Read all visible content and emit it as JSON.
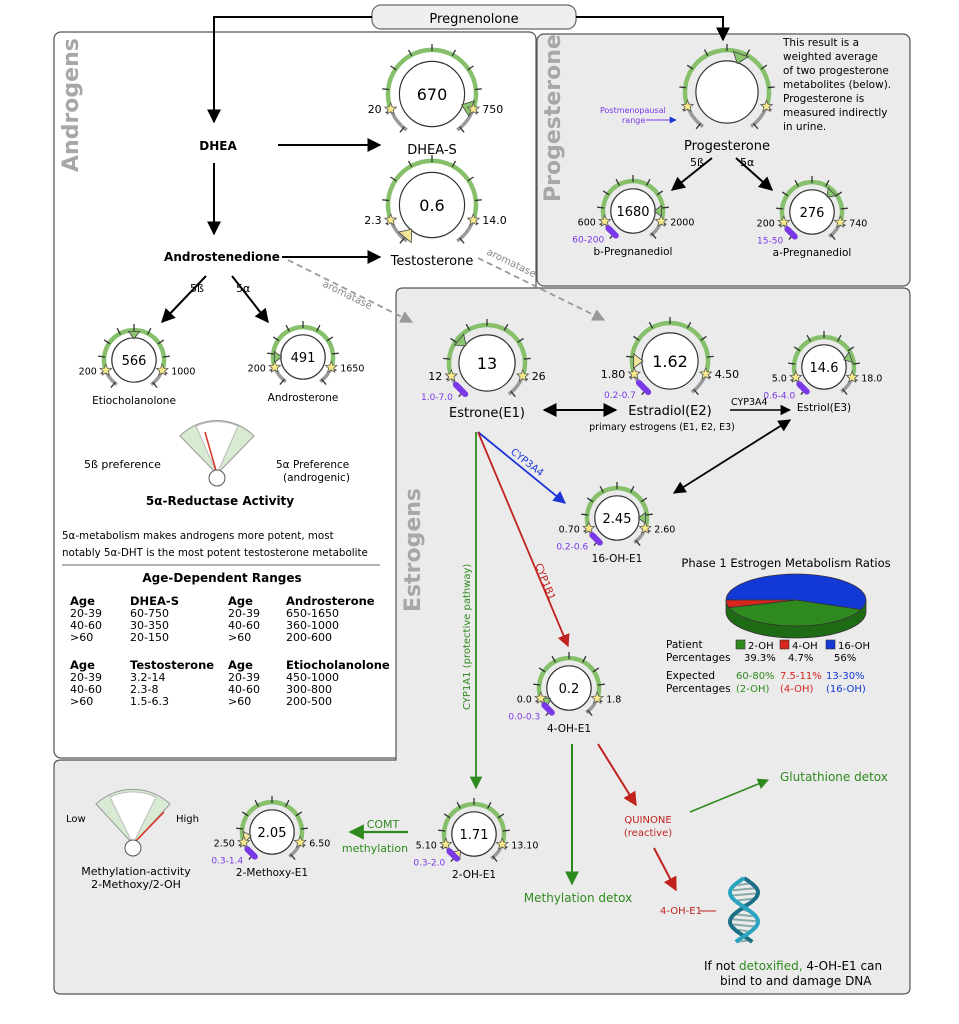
{
  "top": {
    "pregnenolone": "Pregnenolone"
  },
  "sections": {
    "androgens": "Androgens",
    "progesterone": "Progesterone",
    "estrogens": "Estrogens"
  },
  "progesterone_note": [
    "This result is a",
    "weighted average",
    "of two progesterone",
    "metabolites (below).",
    "Progesterone is",
    "measured indirectly",
    "in urine."
  ],
  "postmenopausal_label": [
    "Postmenopausal",
    "range"
  ],
  "gauges": {
    "dhea_s": {
      "value": "670",
      "low": "20",
      "high": "750",
      "label": "DHEA-S"
    },
    "testosterone": {
      "value": "0.6",
      "low": "2.3",
      "high": "14.0",
      "label": "Testosterone"
    },
    "progesterone": {
      "value": "",
      "label": "Progesterone"
    },
    "b_pregnanediol": {
      "value": "1680",
      "low": "600",
      "high": "2000",
      "ref": "60-200",
      "label": "b-Pregnanediol"
    },
    "a_pregnanediol": {
      "value": "276",
      "low": "200",
      "high": "740",
      "ref": "15-50",
      "label": "a-Pregnanediol"
    },
    "etiocholanolone": {
      "value": "566",
      "low": "200",
      "high": "1000",
      "label": "Etiocholanolone"
    },
    "androsterone": {
      "value": "491",
      "low": "200",
      "high": "1650",
      "label": "Androsterone"
    },
    "estrone": {
      "value": "13",
      "low": "12",
      "high": "26",
      "ref": "1.0-7.0",
      "label": "Estrone(E1)"
    },
    "estradiol": {
      "value": "1.62",
      "low": "1.80",
      "high": "4.50",
      "ref": "0.2-0.7",
      "label": "Estradiol(E2)"
    },
    "estriol": {
      "value": "14.6",
      "low": "5.0",
      "high": "18.0",
      "ref": "0.6-4.0",
      "label": "Estriol(E3)"
    },
    "oh16_e1": {
      "value": "2.45",
      "low": "0.70",
      "high": "2.60",
      "ref": "0.2-0.6",
      "label": "16-OH-E1"
    },
    "oh4_e1": {
      "value": "0.2",
      "low": "0.0",
      "high": "1.8",
      "ref": "0.0-0.3",
      "label": "4-OH-E1"
    },
    "oh2_e1": {
      "value": "1.71",
      "low": "5.10",
      "high": "13.10",
      "ref": "0.3-2.0",
      "label": "2-OH-E1"
    },
    "methoxy_e1": {
      "value": "2.05",
      "low": "2.50",
      "high": "6.50",
      "ref": "0.3-1.4",
      "label": "2-Methoxy-E1"
    }
  },
  "nodes": {
    "dhea": "DHEA",
    "androstenedione": "Androstenedione"
  },
  "arrows": {
    "five_beta": "5ß",
    "five_alpha": "5α",
    "aromatase": "aromatase",
    "cyp3a4": "CYP3A4",
    "cyp1b1": "CYP1B1",
    "cyp1a1": "CYP1A1 (protective pathway)",
    "comt": "COMT",
    "methylation": "methylation",
    "primary_estrogens": "primary estrogens (E1, E2, E3)"
  },
  "reductase": {
    "left": "5ß preference",
    "right_1": "5α Preference",
    "right_2": "(androgenic)",
    "title": "5α-Reductase Activity",
    "desc_1": "5α-metabolism makes androgens more potent, most",
    "desc_2": "notably 5α-DHT is the most potent testosterone metabolite"
  },
  "age_ranges": {
    "title": "Age-Dependent Ranges",
    "tables": [
      {
        "headers": [
          "Age",
          "DHEA-S",
          "Age",
          "Androsterone"
        ],
        "rows": [
          [
            "20-39",
            "60-750",
            "20-39",
            "650-1650"
          ],
          [
            "40-60",
            "30-350",
            "40-60",
            "360-1000"
          ],
          [
            ">60",
            "20-150",
            ">60",
            "200-600"
          ]
        ]
      },
      {
        "headers": [
          "Age",
          "Testosterone",
          "Age",
          "Etiocholanolone"
        ],
        "rows": [
          [
            "20-39",
            "3.2-14",
            "20-39",
            "450-1000"
          ],
          [
            "40-60",
            "2.3-8",
            "40-60",
            "300-800"
          ],
          [
            ">60",
            "1.5-6.3",
            ">60",
            "200-500"
          ]
        ]
      }
    ]
  },
  "ratios": {
    "title": "Phase 1 Estrogen Metabolism Ratios",
    "patient_label_1": "Patient",
    "patient_label_2": "Percentages",
    "expected_label_1": "Expected",
    "expected_label_2": "Percentages",
    "items": [
      {
        "name": "2-OH",
        "patient": "39.3%",
        "expected": "60-80%",
        "expected_sub": "(2-OH)",
        "color": "#2e8a1e"
      },
      {
        "name": "4-OH",
        "patient": "4.7%",
        "expected": "7.5-11%",
        "expected_sub": "(4-OH)",
        "color": "#d8251e"
      },
      {
        "name": "16-OH",
        "patient": "56%",
        "expected": "13-30%",
        "expected_sub": "(16-OH)",
        "color": "#1238d6"
      }
    ],
    "pie_values": [
      39.3,
      4.7,
      56
    ]
  },
  "methylation": {
    "low": "Low",
    "high": "High",
    "title_1": "Methylation-activity",
    "title_2": "2-Methoxy/2-OH"
  },
  "detox": {
    "glutathione": "Glutathione detox",
    "methylation": "Methylation detox",
    "quinone_1": "QUINONE",
    "quinone_2": "(reactive)",
    "dna_label": "4-OH-E1",
    "note_pre": "If not ",
    "note_green": "detoxified,",
    "note_post": " 4-OH-E1 can",
    "note_2": "bind to and damage DNA"
  }
}
